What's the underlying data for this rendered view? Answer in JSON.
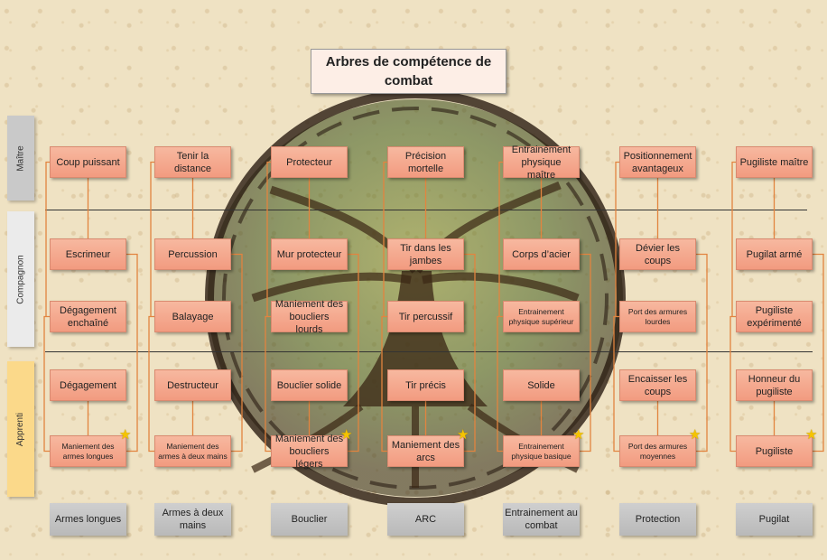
{
  "title": "Arbres de compétence de combat",
  "levels": [
    "Maître",
    "Compagnon",
    "Apprenti"
  ],
  "level_colors": {
    "maitre": "#c9c9c9",
    "compagnon": "#ebebeb",
    "apprenti": "#fbd98a"
  },
  "connector_color": "#e2843f",
  "node_color": "#f4a88d",
  "rows": {
    "maitre": [
      "Coup puissant",
      "Tenir la distance",
      "Protecteur",
      "Précision mortelle",
      "Entrainement physique maître",
      "Positionnement avantageux",
      "Pugiliste maître"
    ],
    "compagnon1": [
      "Escrimeur",
      "Percussion",
      "Mur protecteur",
      "Tir dans les jambes",
      "Corps d’acier",
      "Dévier les coups",
      "Pugilat armé"
    ],
    "compagnon2": [
      "Dégagement enchaîné",
      "Balayage",
      "Maniement des boucliers lourds",
      "Tir percussif",
      "Entrainement physique supérieur",
      "Port des armures lourdes",
      "Pugiliste expérimenté"
    ],
    "apprenti1": [
      "Dégagement",
      "Destructeur",
      "Bouclier solide",
      "Tir précis",
      "Solide",
      "Encaisser les coups",
      "Honneur du pugiliste"
    ],
    "apprenti2": [
      "Maniement des armes longues",
      "Maniement des armes à deux mains",
      "Maniement des boucliers légers",
      "Maniement des arcs",
      "Entrainement physique basique",
      "Port des armures moyennes",
      "Pugiliste"
    ]
  },
  "categories": [
    "Armes longues",
    "Armes à deux mains",
    "Bouclier",
    "ARC",
    "Entrainement au combat",
    "Protection",
    "Pugilat"
  ],
  "star_icon": "star-icon"
}
